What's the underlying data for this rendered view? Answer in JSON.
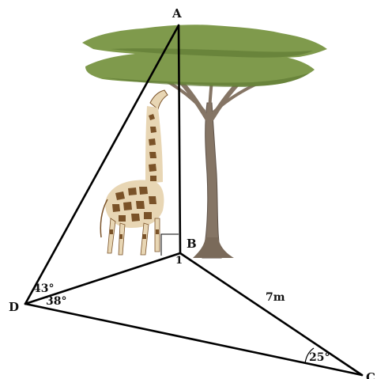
{
  "points": {
    "A": "A",
    "B": "B",
    "C": "C",
    "D": "D"
  },
  "angles": {
    "ADB": "43°",
    "BDC": "38°",
    "BCD": "25°"
  },
  "length_BC": "7m",
  "mark_B": "1",
  "colors": {
    "canopy": "#7f9a4c",
    "canopy_dark": "#5f7a34",
    "trunk": "#857565",
    "trunk_dark": "#5e5248",
    "giraffe_body": "#e8d6b4",
    "giraffe_spot": "#7a5228",
    "line": "#000000"
  },
  "icons": {
    "tree": "acacia-tree-icon",
    "giraffe": "giraffe-icon"
  }
}
